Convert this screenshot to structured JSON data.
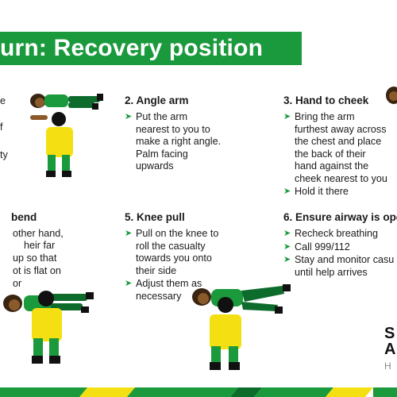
{
  "header": {
    "title": "urn: Recovery position"
  },
  "colors": {
    "brand_green": "#1a9a3c",
    "dark_green": "#0d6b2b",
    "yellow": "#f4e012",
    "skin": "#8b5a2b",
    "hair": "#3a2412",
    "black": "#111111"
  },
  "step1": {
    "fragments": [
      "e",
      "f",
      "ty"
    ]
  },
  "step2": {
    "title": "2. Angle arm",
    "bullets": [
      "Put the arm nearest to you to make a right angle. Palm facing upwards"
    ]
  },
  "step3": {
    "title": "3. Hand to cheek",
    "bullets": [
      "Bring the arm furthest away across the chest and place the back of their hand against the cheek nearest to you",
      "Hold it there"
    ]
  },
  "step4": {
    "title_fragment": "bend",
    "fragments": [
      "other hand,",
      "heir far",
      "up so that",
      "ot is flat on",
      "or"
    ]
  },
  "step5": {
    "title": "5. Knee pull",
    "bullets": [
      "Pull on the knee to roll the casualty towards you onto their side",
      "Adjust them as necessary"
    ]
  },
  "step6": {
    "title": "6. Ensure airway is ope",
    "bullets": [
      "Recheck breathing",
      "Call 999/112",
      "Stay and monitor casu until help arrives"
    ]
  },
  "logo": {
    "letters": [
      "S",
      "A",
      "H"
    ]
  }
}
